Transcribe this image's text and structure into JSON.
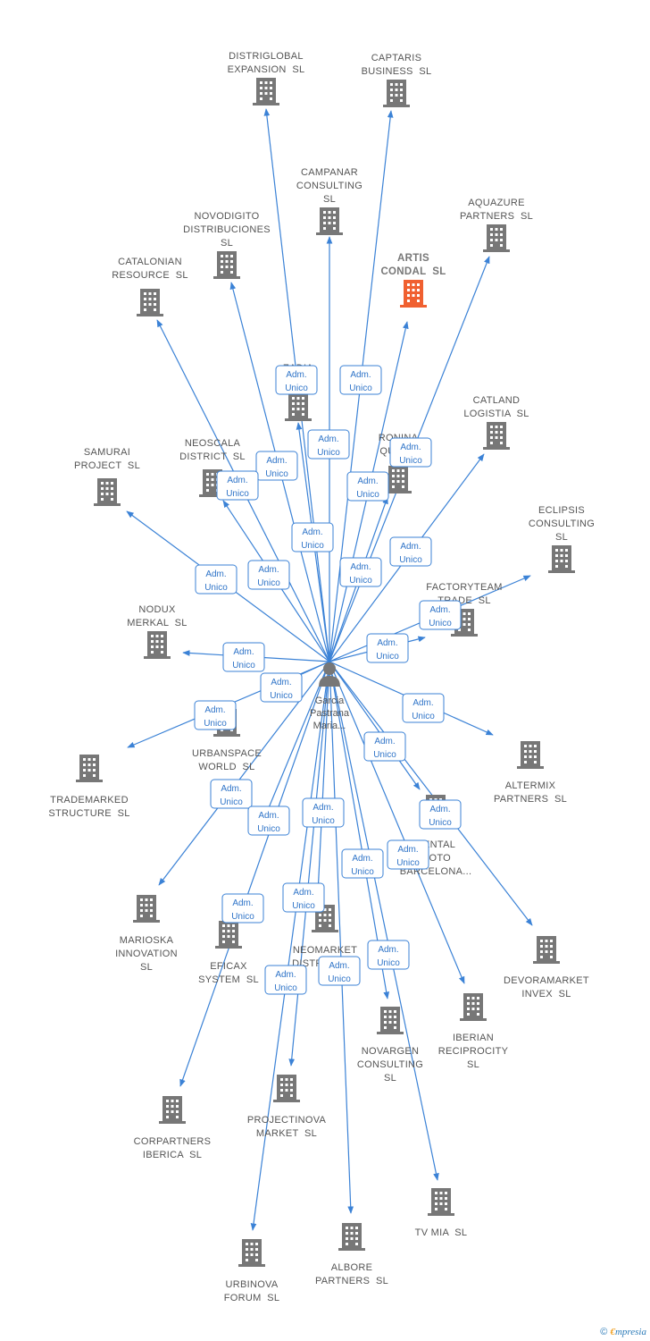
{
  "center": {
    "label_lines": [
      "Garcia",
      "Pastrana",
      "Maria..."
    ]
  },
  "relation_label": [
    "Adm.",
    "Unico"
  ],
  "colors": {
    "edge": "#3b82d6",
    "building": "#777777",
    "highlight": "#f06030",
    "label": "#555555"
  },
  "nodes": [
    {
      "id": "distriglobal",
      "lines": [
        "DISTRIGLOBAL",
        "EXPANSION  SL"
      ]
    },
    {
      "id": "captaris",
      "lines": [
        "CAPTARIS",
        "BUSINESS  SL"
      ]
    },
    {
      "id": "campanar",
      "lines": [
        "CAMPANAR",
        "CONSULTING",
        "SL"
      ]
    },
    {
      "id": "aquazure",
      "lines": [
        "AQUAZURE",
        "PARTNERS  SL"
      ]
    },
    {
      "id": "novodigito",
      "lines": [
        "NOVODIGITO",
        "DISTRIBUCIONES",
        "SL"
      ]
    },
    {
      "id": "artis",
      "lines": [
        "ARTIS",
        "CONDAL  SL"
      ],
      "highlight": true
    },
    {
      "id": "catalonian",
      "lines": [
        "CATALONIAN",
        "RESOURCE  SL"
      ]
    },
    {
      "id": "zadia",
      "lines": [
        "ZADIA",
        "T..."
      ]
    },
    {
      "id": "catland",
      "lines": [
        "CATLAND",
        "LOGISTIA  SL"
      ]
    },
    {
      "id": "neoscala",
      "lines": [
        "NEOSCALA",
        "DISTRICT  SL"
      ]
    },
    {
      "id": "ronina",
      "lines": [
        "RONINA",
        "QUAL..."
      ]
    },
    {
      "id": "samurai",
      "lines": [
        "SAMURAI",
        "PROJECT  SL"
      ]
    },
    {
      "id": "eclipsis",
      "lines": [
        "ECLIPSIS",
        "CONSULTING",
        "SL"
      ]
    },
    {
      "id": "factoryteam",
      "lines": [
        "FACTORYTEAM",
        "TRADE  SL"
      ]
    },
    {
      "id": "nodux",
      "lines": [
        "NODUX",
        "MERKAL  SL"
      ]
    },
    {
      "id": "urbanspace",
      "lines": [
        "URBANSPACE",
        "WORLD  SL"
      ]
    },
    {
      "id": "trademarked",
      "lines": [
        "TRADEMARKED",
        "STRUCTURE  SL"
      ]
    },
    {
      "id": "altermix",
      "lines": [
        "ALTERMIX",
        "PARTNERS  SL"
      ]
    },
    {
      "id": "rental",
      "lines": [
        "RENTAL",
        "MOTO",
        "BARCELONA..."
      ]
    },
    {
      "id": "devoramarket",
      "lines": [
        "DEVORAMARKET",
        "INVEX  SL"
      ]
    },
    {
      "id": "marioska",
      "lines": [
        "MARIOSKA",
        "INNOVATION",
        "SL"
      ]
    },
    {
      "id": "eficax",
      "lines": [
        "EFICAX",
        "SYSTEM  SL"
      ]
    },
    {
      "id": "neomarket",
      "lines": [
        "NEOMARKET",
        "DISTRICT  SL"
      ]
    },
    {
      "id": "novargen",
      "lines": [
        "NOVARGEN",
        "CONSULTING",
        "SL"
      ]
    },
    {
      "id": "iberian",
      "lines": [
        "IBERIAN",
        "RECIPROCITY",
        "SL"
      ]
    },
    {
      "id": "corpartners",
      "lines": [
        "CORPARTNERS",
        "IBERICA  SL"
      ]
    },
    {
      "id": "projectinova",
      "lines": [
        "PROJECTINOVA",
        "MARKET  SL"
      ]
    },
    {
      "id": "tvmia",
      "lines": [
        "TV MIA  SL"
      ]
    },
    {
      "id": "albore",
      "lines": [
        "ALBORE",
        "PARTNERS  SL"
      ]
    },
    {
      "id": "urbinova",
      "lines": [
        "URBINOVA",
        "FORUM  SL"
      ]
    }
  ],
  "footer": {
    "copyright": "©",
    "brand_e": "€",
    "brand": "mpresia"
  }
}
